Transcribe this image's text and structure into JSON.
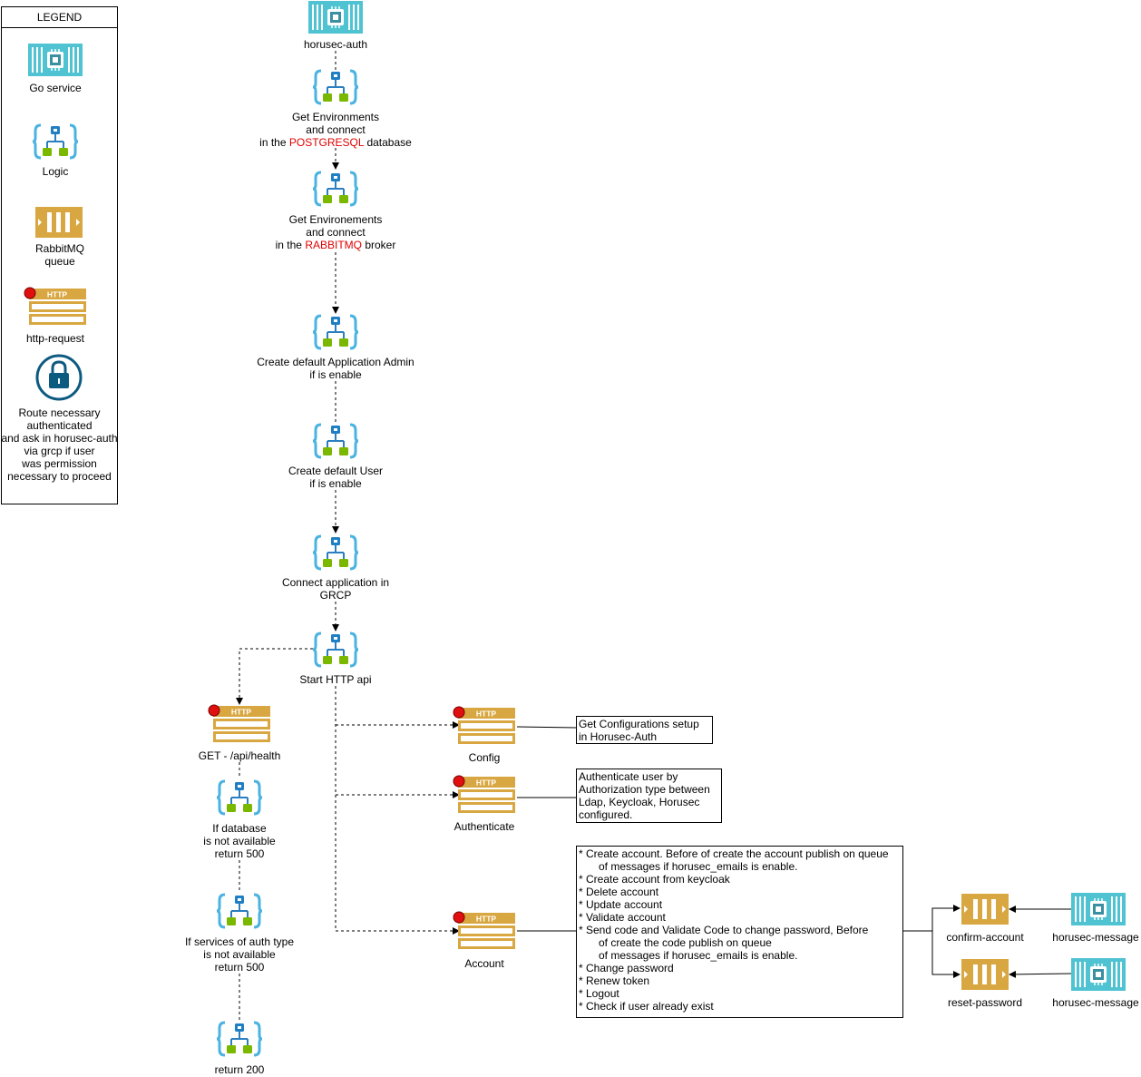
{
  "legend": {
    "title": "LEGEND",
    "items": [
      {
        "icon": "go-service-icon",
        "label": "Go service"
      },
      {
        "icon": "logic-icon",
        "label": "Logic"
      },
      {
        "icon": "rabbitmq-queue-icon",
        "label_lines": [
          "RabbitMQ",
          "queue"
        ]
      },
      {
        "icon": "http-request-icon",
        "label": "http-request"
      },
      {
        "icon": "lock-icon",
        "label_lines": [
          "Route necessary",
          "authenticated",
          "and ask in horusec-auth",
          "via grcp if user",
          "was permission",
          "necessary to proceed"
        ]
      }
    ]
  },
  "flow": {
    "service": "horusec-auth",
    "step_env_db": {
      "line1": "Get Environments",
      "line2": "and connect",
      "line3_prefix": "in the ",
      "line3_highlight": "POSTGRESQL",
      "line3_suffix": " database"
    },
    "step_env_broker": {
      "line1": "Get Environements",
      "line2": "and connect",
      "line3_prefix": "in the ",
      "line3_highlight": "RABBITMQ",
      "line3_suffix": " broker"
    },
    "step_admin": {
      "line1": "Create default Application Admin",
      "line2": "if is enable"
    },
    "step_user": {
      "line1": "Create default User",
      "line2": "if is enable"
    },
    "step_grpc": {
      "line1": "Connect application in",
      "line2": "GRCP"
    },
    "step_http": "Start HTTP api"
  },
  "health": {
    "route": "GET - /api/health",
    "check_db": {
      "line1": "If database",
      "line2": "is not available",
      "line3": "return 500"
    },
    "check_auth": {
      "line1": "If services of auth type",
      "line2": "is not available",
      "line3": "return 500"
    },
    "ok": "return 200"
  },
  "routes": {
    "config": {
      "label": "Config",
      "note_lines": [
        "Get Configurations setup",
        "in Horusec-Auth"
      ]
    },
    "authenticate": {
      "label": "Authenticate",
      "note_lines": [
        "Authenticate user by",
        "Authorization type between",
        "Ldap, Keycloak, Horusec",
        "configured."
      ]
    },
    "account": {
      "label": "Account",
      "note": {
        "l1": "* Create account. Before of create the account publish on queue",
        "l2": "of messages if horusec_emails is enable.",
        "l3": "* Create account from keycloak",
        "l4": "* Delete account",
        "l5": "* Update account",
        "l6": "* Validate account",
        "l7": "* Send code and Validate Code to change password, Before",
        "l8": "of create the code publish on queue",
        "l9": "of messages if horusec_emails is enable.",
        "l10": "* Change password",
        "l11": "* Renew token",
        "l12": "* Logout",
        "l13": "* Check if user already exist"
      }
    }
  },
  "queues": {
    "confirm": {
      "label": "confirm-account",
      "producer": "horusec-message"
    },
    "reset": {
      "label": "reset-password",
      "producer": "horusec-message"
    }
  },
  "colors": {
    "go_service": "#4fc3d1",
    "logic_blue": "#1f7fc4",
    "logic_green": "#7ab800",
    "rabbit": "#d9a741",
    "lock": "#0d5a80",
    "highlight": "#e00000"
  }
}
